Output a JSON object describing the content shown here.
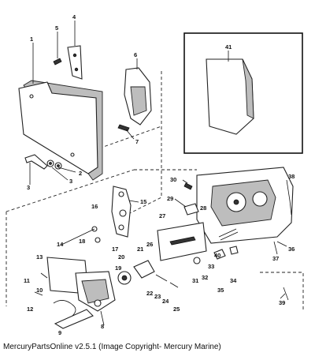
{
  "callouts": [
    "1",
    "2",
    "3",
    "3",
    "4",
    "5",
    "6",
    "7",
    "8",
    "9",
    "10",
    "11",
    "12",
    "13",
    "14",
    "15",
    "16",
    "17",
    "18",
    "19",
    "20",
    "21",
    "22",
    "23",
    "24",
    "25",
    "26",
    "27",
    "28",
    "29",
    "30",
    "31",
    "32",
    "33",
    "34",
    "35",
    "36",
    "37",
    "38",
    "39",
    "40",
    "41"
  ],
  "caption": "MercuryPartsOnline v2.5.1 (Image Copyright- Mercury Marine)"
}
